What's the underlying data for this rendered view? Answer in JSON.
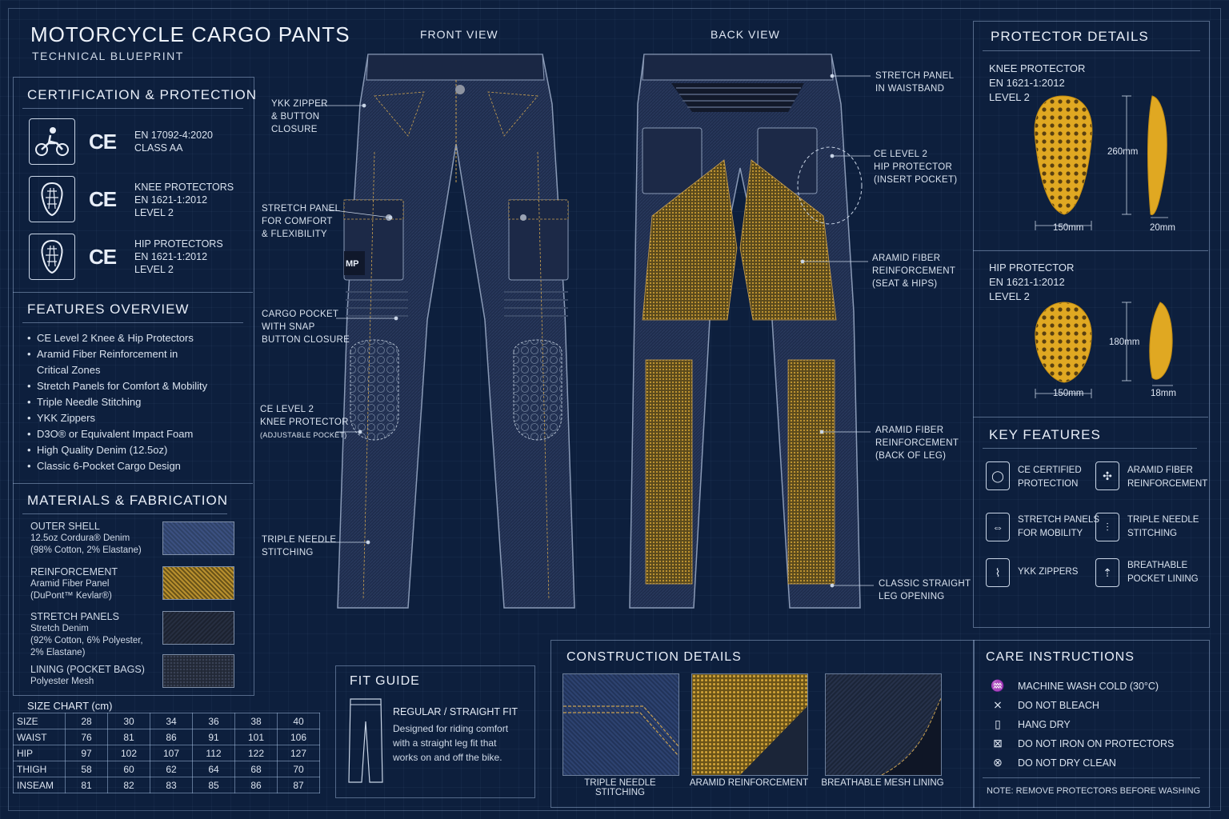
{
  "header": {
    "title": "MOTORCYCLE CARGO PANTS",
    "subtitle": "TECHNICAL BLUEPRINT"
  },
  "views": {
    "front": "FRONT VIEW",
    "back": "BACK VIEW"
  },
  "certification": {
    "title": "CERTIFICATION & PROTECTION",
    "ce_mark": "CE",
    "items": [
      {
        "line1": "EN 17092-4:2020",
        "line2": "CLASS AA",
        "line3": ""
      },
      {
        "line1": "KNEE PROTECTORS",
        "line2": "EN 1621-1:2012",
        "line3": "LEVEL 2"
      },
      {
        "line1": "HIP PROTECTORS",
        "line2": "EN 1621-1:2012",
        "line3": "LEVEL 2"
      }
    ]
  },
  "features": {
    "title": "FEATURES OVERVIEW",
    "items": [
      "CE Level 2 Knee & Hip Protectors",
      "Aramid Fiber Reinforcement in Critical Zones",
      "Stretch Panels for Comfort & Mobility",
      "Triple Needle Stitching",
      "YKK Zippers",
      "D3O® or Equivalent Impact Foam",
      "High Quality Denim (12.5oz)",
      "Classic 6-Pocket Cargo Design"
    ]
  },
  "materials": {
    "title": "MATERIALS & FABRICATION",
    "items": [
      {
        "name": "OUTER SHELL",
        "desc": "12.5oz Cordura® Denim",
        "desc2": "(98% Cotton, 2% Elastane)",
        "desc3": "",
        "color": "#2f4268"
      },
      {
        "name": "REINFORCEMENT",
        "desc": "Aramid Fiber Panel",
        "desc2": "(DuPont™ Kevlar®)",
        "desc3": "",
        "color": "#b8902e"
      },
      {
        "name": "STRETCH PANELS",
        "desc": "Stretch Denim",
        "desc2": "(92% Cotton, 6% Polyester,",
        "desc3": "2% Elastane)",
        "color": "#1c2230"
      },
      {
        "name": "LINING (POCKET BAGS)",
        "desc": "Polyester Mesh",
        "desc2": "",
        "desc3": "",
        "color": "#222836"
      }
    ]
  },
  "size_chart": {
    "title": "SIZE CHART (cm)",
    "rows": [
      {
        "label": "SIZE",
        "values": [
          "28",
          "30",
          "34",
          "36",
          "38",
          "40"
        ]
      },
      {
        "label": "WAIST",
        "values": [
          "76",
          "81",
          "86",
          "91",
          "101",
          "106"
        ]
      },
      {
        "label": "HIP",
        "values": [
          "97",
          "102",
          "107",
          "112",
          "122",
          "127"
        ]
      },
      {
        "label": "THIGH",
        "values": [
          "58",
          "60",
          "62",
          "64",
          "68",
          "70"
        ]
      },
      {
        "label": "INSEAM",
        "values": [
          "81",
          "82",
          "83",
          "85",
          "86",
          "87"
        ]
      }
    ]
  },
  "front_labels": {
    "zipper": [
      "YKK ZIPPER",
      "& BUTTON",
      "CLOSURE"
    ],
    "stretch": [
      "STRETCH PANEL",
      "FOR COMFORT",
      "& FLEXIBILITY"
    ],
    "cargo": [
      "CARGO POCKET",
      "WITH SNAP",
      "BUTTON CLOSURE"
    ],
    "knee": [
      "CE LEVEL 2",
      "KNEE PROTECTOR",
      "(ADJUSTABLE POCKET)"
    ],
    "stitch": [
      "TRIPLE NEEDLE",
      "STITCHING"
    ],
    "patch": "MP"
  },
  "back_labels": {
    "waist": [
      "STRETCH PANEL",
      "IN WAISTBAND"
    ],
    "hip": [
      "CE LEVEL 2",
      "HIP PROTECTOR",
      "(INSERT POCKET)"
    ],
    "seat": [
      "ARAMID FIBER",
      "REINFORCEMENT",
      "(SEAT & HIPS)"
    ],
    "leg": [
      "ARAMID FIBER",
      "REINFORCEMENT",
      "(BACK OF LEG)"
    ],
    "opening": [
      "CLASSIC STRAIGHT",
      "LEG OPENING"
    ]
  },
  "protector_details": {
    "title": "PROTECTOR DETAILS",
    "knee": {
      "line1": "KNEE PROTECTOR",
      "line2": "EN 1621-1:2012",
      "line3": "LEVEL 2",
      "height": "260mm",
      "width": "150mm",
      "depth": "20mm"
    },
    "hip": {
      "line1": "HIP PROTECTOR",
      "line2": "EN 1621-1:2012",
      "line3": "LEVEL 2",
      "height": "180mm",
      "width": "150mm",
      "depth": "18mm"
    }
  },
  "key_features": {
    "title": "KEY FEATURES",
    "items": [
      {
        "l1": "CE CERTIFIED",
        "l2": "PROTECTION",
        "icon": "shield-icon"
      },
      {
        "l1": "ARAMID FIBER",
        "l2": "REINFORCEMENT",
        "icon": "fiber-icon"
      },
      {
        "l1": "STRETCH PANELS",
        "l2": "FOR MOBILITY",
        "icon": "stretch-icon"
      },
      {
        "l1": "TRIPLE NEEDLE",
        "l2": "STITCHING",
        "icon": "needle-icon"
      },
      {
        "l1": "YKK ZIPPERS",
        "l2": "",
        "icon": "zipper-icon"
      },
      {
        "l1": "BREATHABLE",
        "l2": "POCKET LINING",
        "icon": "breathable-icon"
      }
    ]
  },
  "fit_guide": {
    "title": "FIT GUIDE",
    "fit": "REGULAR / STRAIGHT FIT",
    "desc": [
      "Designed for riding comfort",
      "with a straight leg fit that",
      "works on and off the bike."
    ]
  },
  "construction": {
    "title": "CONSTRUCTION DETAILS",
    "items": [
      {
        "caption": "TRIPLE NEEDLE STITCHING",
        "color": "#22345a"
      },
      {
        "caption": "ARAMID REINFORCEMENT",
        "color": "#a8842c"
      },
      {
        "caption": "BREATHABLE MESH LINING",
        "color": "#1b2538"
      }
    ]
  },
  "care": {
    "title": "CARE INSTRUCTIONS",
    "items": [
      {
        "text": "MACHINE WASH COLD (30°C)",
        "icon": "wash-icon"
      },
      {
        "text": "DO NOT BLEACH",
        "icon": "no-bleach-icon"
      },
      {
        "text": "HANG DRY",
        "icon": "hang-dry-icon"
      },
      {
        "text": "DO NOT IRON ON PROTECTORS",
        "icon": "no-iron-icon"
      },
      {
        "text": "DO NOT DRY CLEAN",
        "icon": "no-dry-clean-icon"
      }
    ],
    "note": "NOTE: REMOVE PROTECTORS BEFORE WASHING"
  },
  "colors": {
    "background": "#0d1f3d",
    "denim": "#1f2d4d",
    "aramid": "#b8902e",
    "foam": "#e0a822",
    "line": "#c9d5e6"
  }
}
